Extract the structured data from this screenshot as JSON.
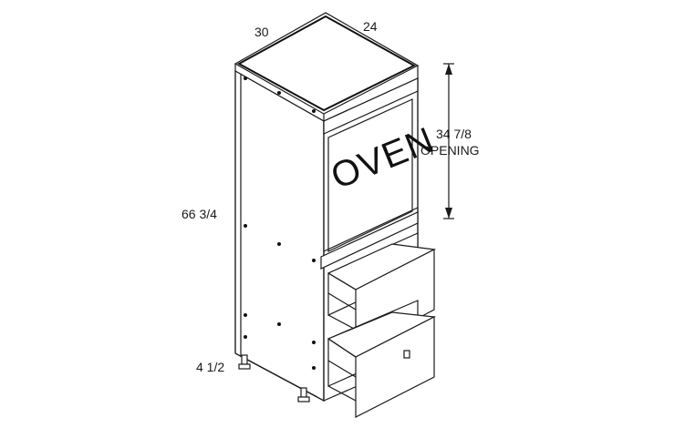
{
  "dimensions": {
    "width": "30",
    "depth": "24",
    "height": "66 3/4",
    "toe_kick": "4 1/2",
    "opening_value": "34 7/8",
    "opening_label": "OPENING"
  },
  "oven_label": "OVEN",
  "colors": {
    "line": "#1a1a1a",
    "background": "#ffffff"
  }
}
